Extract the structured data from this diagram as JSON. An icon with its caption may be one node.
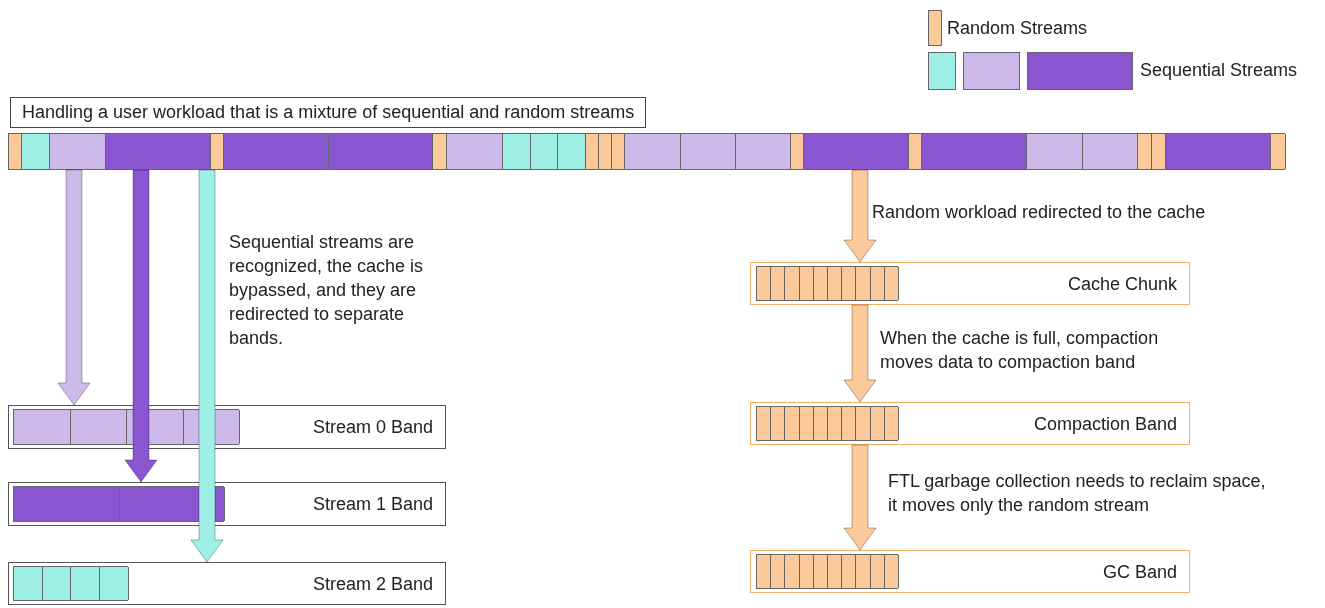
{
  "diagram": {
    "nodes": [
      {
        "text": [
          "Handling a user workload that is a mixture of sequential and random streams"
        ]
      },
      {
        "text": [
          "Stream 0 Band"
        ]
      },
      {
        "text": [
          "Stream 1 Band"
        ]
      },
      {
        "text": [
          "Stream 2 Band"
        ]
      },
      {
        "text": [
          "Cache Chunk"
        ]
      },
      {
        "text": [
          "Compaction Band"
        ]
      },
      {
        "text": [
          "GC Band"
        ]
      }
    ],
    "edges": [
      {
        "from": 0,
        "to": 1,
        "arrow": "to",
        "color": "#cdb9ea"
      },
      {
        "from": 0,
        "to": 2,
        "arrow": "to",
        "color": "#8a55d0"
      },
      {
        "from": 0,
        "to": 3,
        "arrow": "to",
        "color": "#9ef0e6"
      },
      {
        "from": 0,
        "to": 4,
        "arrow": "to",
        "label": "Random workload redirected to the cache",
        "color": "#fbc99a"
      },
      {
        "from": 4,
        "to": 5,
        "arrow": "to",
        "label": "When the cache is full, compaction moves data to compaction band",
        "color": "#fbc99a"
      },
      {
        "from": 5,
        "to": 6,
        "arrow": "to",
        "label": "FTL garbage collection needs to reclaim space, it moves only the random stream",
        "color": "#fbc99a"
      }
    ],
    "labels": [
      "Sequential streams are recognized, the cache is bypassed, and they are redirected to separate bands."
    ],
    "legend": [
      {
        "text": "Random Streams",
        "color": "#fbc99a"
      },
      {
        "text": "Sequential Streams"
      }
    ]
  }
}
